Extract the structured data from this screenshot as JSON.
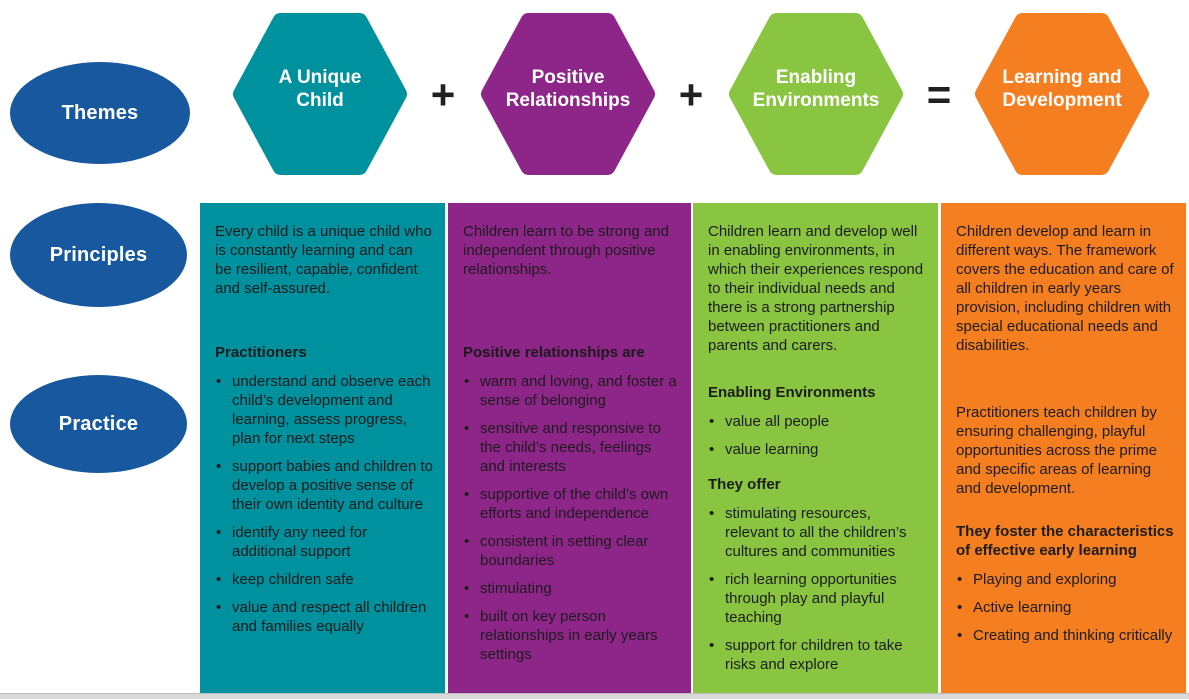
{
  "row_labels": {
    "themes": "Themes",
    "principles": "Principles",
    "practice": "Practice"
  },
  "operators": {
    "plus_1": "+",
    "plus_2": "+",
    "equals": "="
  },
  "colors": {
    "teal": "#00919E",
    "purple": "#8E2589",
    "green": "#89C540",
    "orange": "#F47E20",
    "oval_blue": "#17589F",
    "body_text": "#1C1C1C",
    "bottom_bar": "#D9D9D9"
  },
  "columns": [
    {
      "name": "a-unique-child",
      "hex_line1": "A Unique",
      "hex_line2": "Child",
      "principle": "Every child is a unique child who is constantly learning and can be resilient, capable, confident and self-assured.",
      "sections": [
        {
          "heading": "Practitioners",
          "bullets": [
            "understand and observe each child’s development and learning, assess progress, plan for next steps",
            "support babies and children to develop a positive sense of their own identity and culture",
            "identify any need for additional support",
            "keep children safe",
            "value and respect all children and families equally"
          ]
        }
      ]
    },
    {
      "name": "positive-relationships",
      "hex_line1": "Positive",
      "hex_line2": "Relationships",
      "principle": "Children learn to be strong and independent through positive relationships.",
      "sections": [
        {
          "heading": "Positive relationships are",
          "bullets": [
            "warm and loving, and foster a sense of belonging",
            "sensitive and responsive to the child’s needs, feelings and interests",
            "supportive of the child’s own efforts and independence",
            "consistent in setting clear boundaries",
            "stimulating",
            "built on key person relationships in early years settings"
          ]
        }
      ]
    },
    {
      "name": "enabling-environments",
      "hex_line1": "Enabling",
      "hex_line2": "Environments",
      "principle": "Children learn and develop well in enabling environments, in which their experiences respond to their individual needs and there is a strong partnership between practitioners and parents and carers.",
      "sections": [
        {
          "heading": "Enabling Environments",
          "bullets": [
            "value all people",
            "value learning"
          ]
        },
        {
          "heading": "They offer",
          "bullets": [
            "stimulating resources, relevant to all the children’s cultures and communities",
            "rich learning opportunities through play and playful teaching",
            "support for children to take risks and explore"
          ]
        }
      ]
    },
    {
      "name": "learning-and-development",
      "hex_line1": "Learning and",
      "hex_line2": "Development",
      "principle": "Children develop and learn in different ways. The framework covers the education and care of all children in early years provision, including children with special educational needs and disabilities.",
      "practice_intro": "Practitioners teach children by ensuring challenging, playful opportunities across the prime and specific areas of learning and development.",
      "sections": [
        {
          "heading": "They foster the characteristics of effective early learning",
          "bullets": [
            "Playing and exploring",
            "Active learning",
            "Creating and thinking critically"
          ]
        }
      ]
    }
  ]
}
